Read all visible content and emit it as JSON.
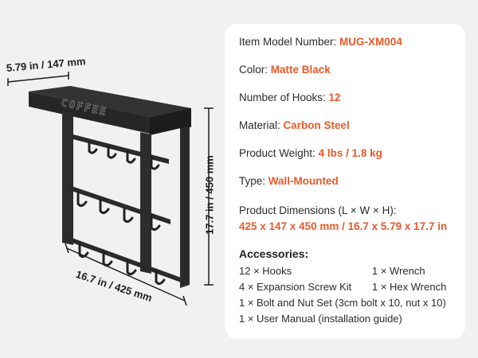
{
  "dimensions": {
    "depth": "5.79 in / 147 mm",
    "width": "16.7 in / 425 mm",
    "height": "17.7 in / 450 mm"
  },
  "product": {
    "engraving": "COFFEE"
  },
  "specs": [
    {
      "label": "Item Model Number: ",
      "value": "MUG-XM004"
    },
    {
      "label": "Color: ",
      "value": "Matte Black"
    },
    {
      "label": "Number of Hooks: ",
      "value": "12"
    },
    {
      "label": "Material: ",
      "value": "Carbon Steel"
    },
    {
      "label": "Product Weight: ",
      "value": "4 lbs / 1.8 kg"
    },
    {
      "label": "Type: ",
      "value": "Wall-Mounted"
    }
  ],
  "product_dimensions": {
    "label": "Product Dimensions (L × W × H):",
    "value": "425 x 147 x 450 mm / 16.7 x 5.79 x 17.7 in"
  },
  "accessories": {
    "title": "Accessories:",
    "rows": [
      [
        "12 × Hooks",
        "1 × Wrench"
      ],
      [
        "4 × Expansion Screw Kit",
        "1 × Hex Wrench"
      ],
      [
        "1 × Bolt and Nut Set (3cm bolt x 10, nut x 10)"
      ],
      [
        "1 × User Manual (installation guide)"
      ]
    ]
  },
  "colors": {
    "accent": "#e8592a",
    "rack": "#2a2a2a",
    "background": "#f1f1f1",
    "card": "#ffffff"
  }
}
